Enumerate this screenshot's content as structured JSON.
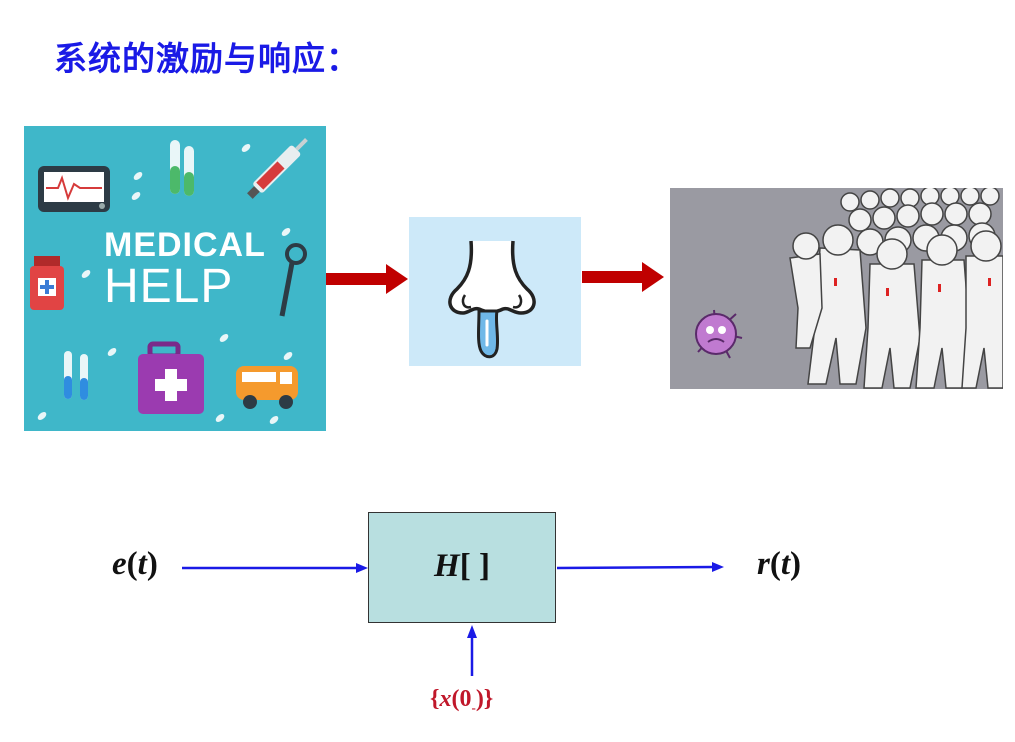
{
  "title": "系统的激励与响应：",
  "medical_image": {
    "line1": "MEDICAL",
    "line2": "HELP"
  },
  "diagram": {
    "input_var": "e",
    "input_arg": "t",
    "system_var": "H",
    "system_brackets": "[ ]",
    "output_var": "r",
    "output_arg": "t",
    "initial_open": "{",
    "initial_var": "x",
    "initial_arg_open": "(",
    "initial_arg": "0",
    "initial_sub": "-",
    "initial_close": ")}"
  },
  "colors": {
    "title": "#1a1ae6",
    "big_arrow": "#c00000",
    "signal_arrow": "#1a1ae6",
    "initial_label": "#c0172a",
    "system_box": "#b8dfe0"
  }
}
